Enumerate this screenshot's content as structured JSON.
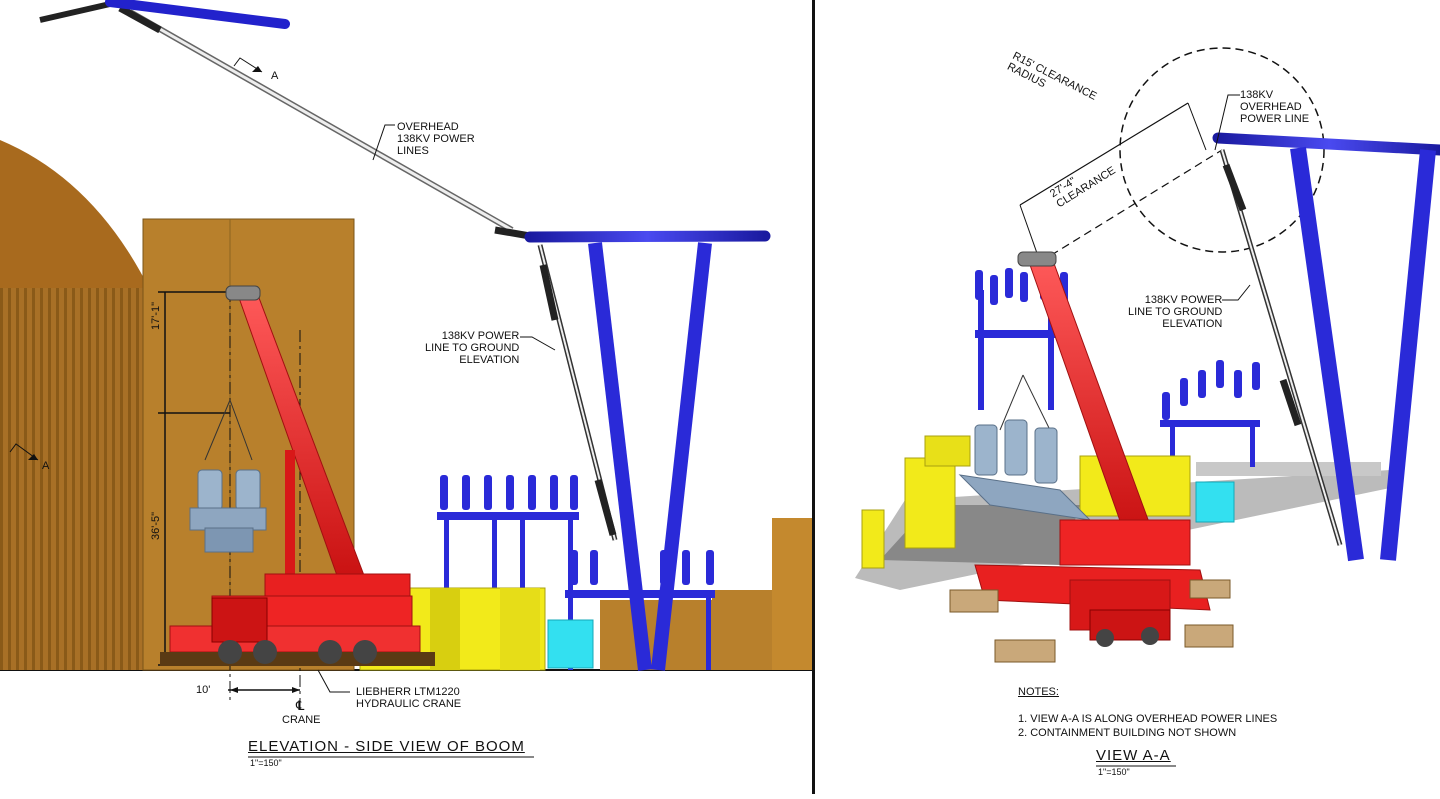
{
  "left_view": {
    "title": "ELEVATION - SIDE VIEW OF BOOM",
    "scale": "1\"=150\"",
    "overhead_lines_label": "OVERHEAD\n138kV POWER\nLINES",
    "power_line_label": "138kV POWER\nLINE TO GROUND\nELEVATION",
    "crane_label": "LIEBHERR LTM1220\nHYDRAULIC CRANE",
    "centerline_label": "CRANE",
    "centerline_symbol": "℄",
    "dim_top": "17'-1\"",
    "dim_bottom": "36'-5\"",
    "dim_offset": "10'",
    "section_mark_top": "A",
    "section_mark_left": "A"
  },
  "right_view": {
    "title": "VIEW A-A",
    "scale": "1\"=150\"",
    "clearance_radius_label": "R15' CLEARANCE\nRADIUS",
    "clearance_label": "27'-4\"\nCLEARANCE",
    "overhead_line_label": "138kV\nOVERHEAD\nPOWER LINE",
    "power_line_label": "138kV POWER\nLINE TO GROUND\nELEVATION",
    "notes_heading": "NOTES:",
    "notes": [
      "1. VIEW A-A IS ALONG OVERHEAD POWER LINES",
      "2. CONTAINMENT BUILDING NOT SHOWN"
    ]
  },
  "colors": {
    "structure_blue": "#2222cc",
    "crane_red": "#ee2222",
    "equipment_yellow": "#f2ea1a",
    "building_brown": "#b8802c",
    "transformer_steel": "#9cb4cc",
    "cyan_box": "#33e0f0"
  }
}
